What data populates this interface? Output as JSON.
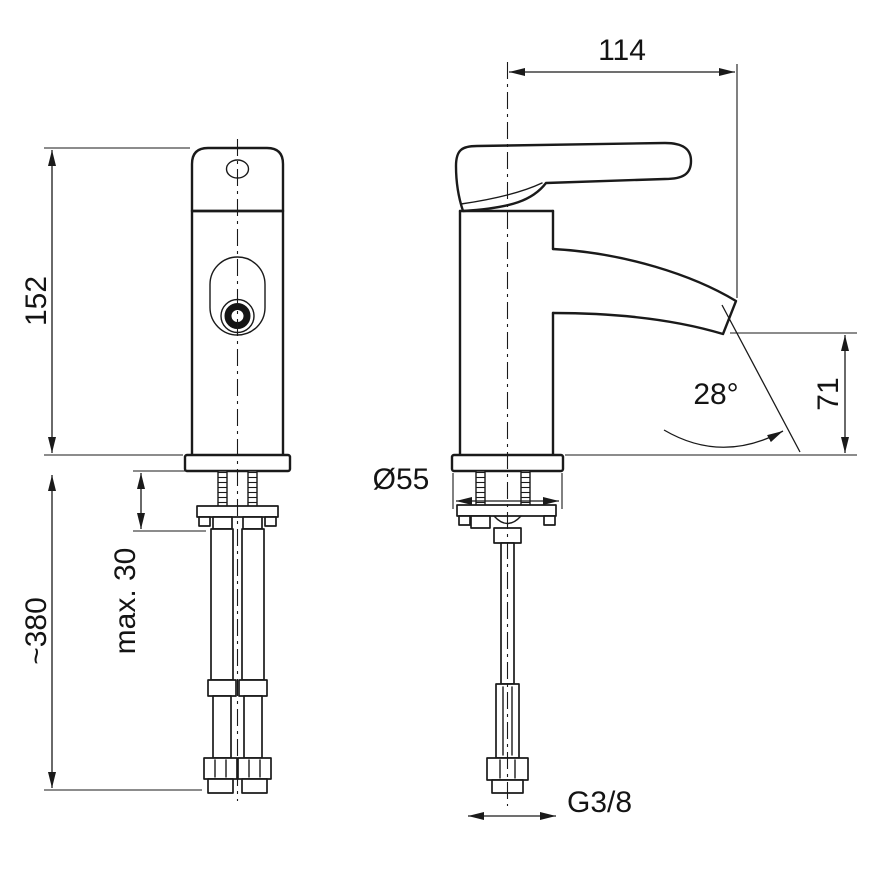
{
  "drawing": {
    "labels": {
      "reach": "114",
      "height": "152",
      "below_deck": "~380",
      "deck_thickness": "max. 30",
      "base_diameter": "Ø55",
      "spout_angle": "28°",
      "spout_height": "71",
      "thread": "G3/8"
    },
    "colors": {
      "ink": "#1a1a1a",
      "background": "#ffffff"
    }
  }
}
